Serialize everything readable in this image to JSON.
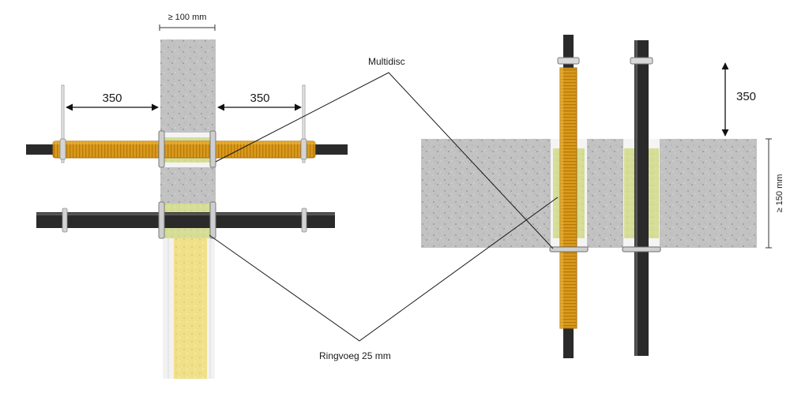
{
  "annotations": {
    "multidisc": "Multidisc",
    "ringvoeg": "Ringvoeg 25 mm"
  },
  "dimensions": {
    "wall_min_thickness": "≥ 100 mm",
    "support_left": "350",
    "support_right": "350",
    "support_vertical": "350",
    "floor_min_thickness": "≥ 150 mm"
  },
  "colors": {
    "concrete": "#bdbdbd",
    "mineral_wool": "#d8df9a",
    "insulation_sleeve": "#d99a1c",
    "pipe": "#2a2a2a",
    "collar": "#c9c9c9"
  }
}
